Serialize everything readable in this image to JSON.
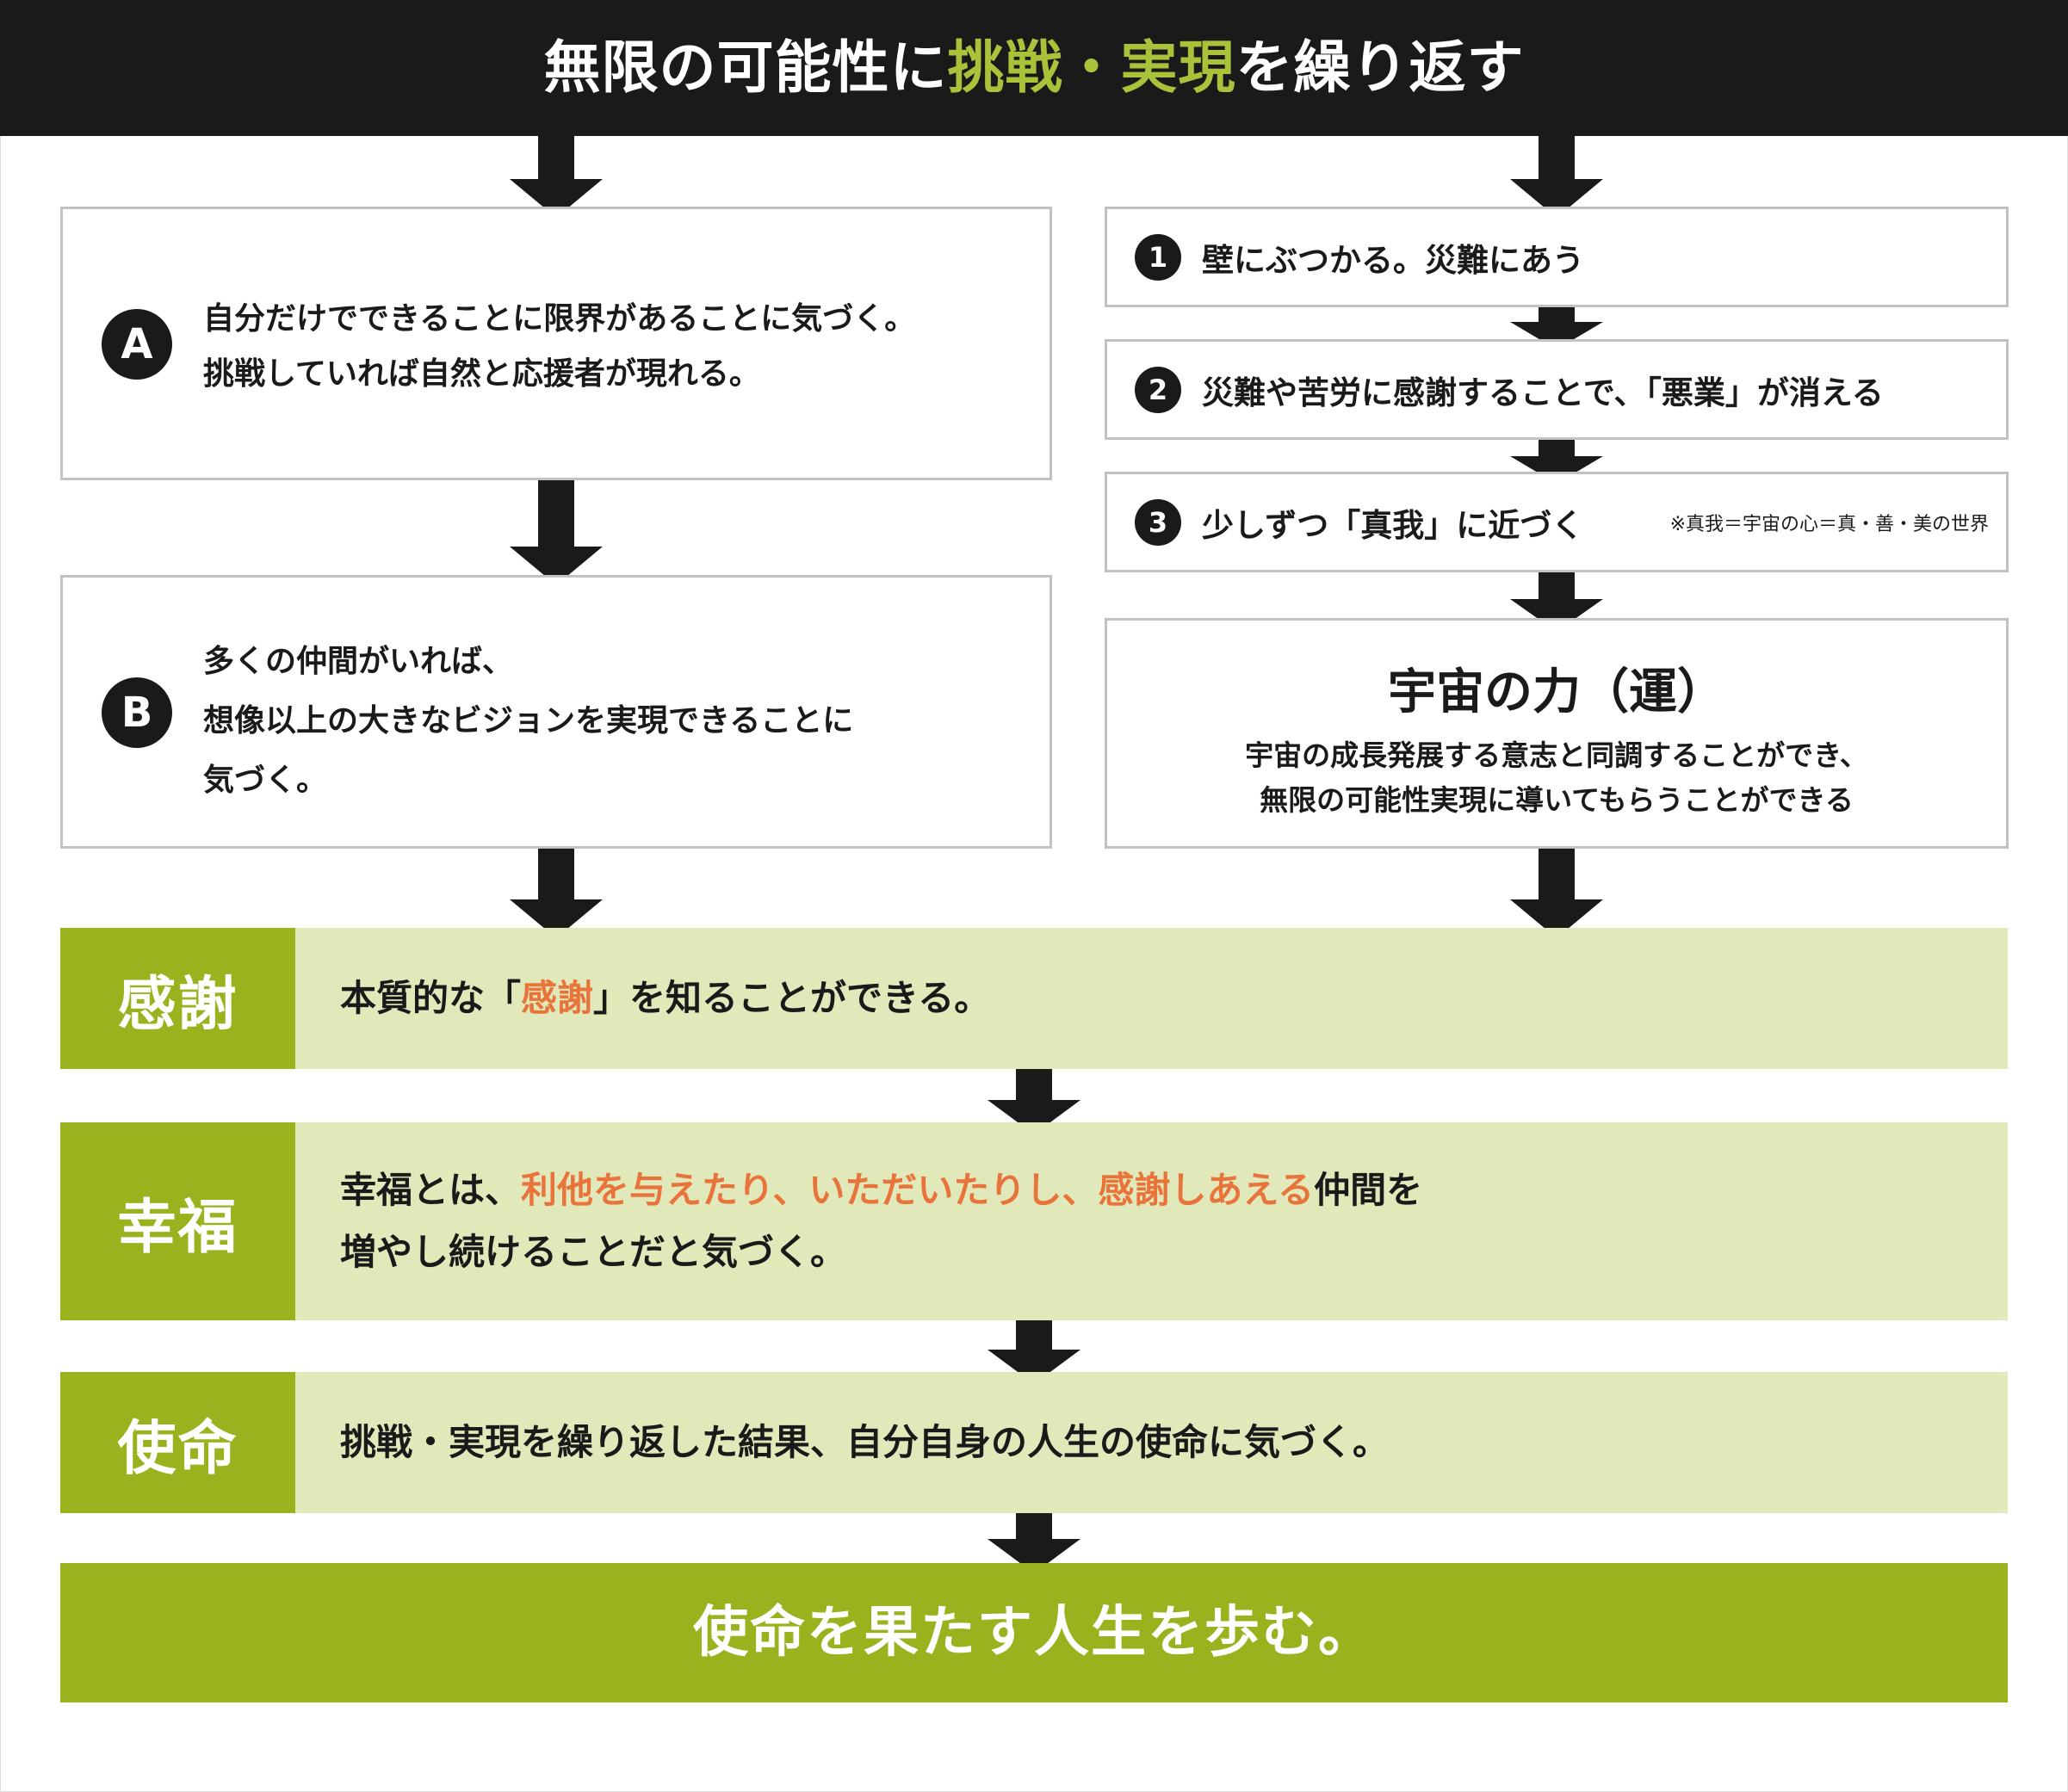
{
  "header": {
    "part1": "無限の可能性に",
    "highlight": "挑戦・実現",
    "part2": "を繰り返す"
  },
  "left": {
    "a": {
      "badge": "A",
      "line1": "自分だけでできることに限界があることに気づく。",
      "line2": "挑戦していれば自然と応援者が現れる。"
    },
    "b": {
      "badge": "B",
      "line1": "多くの仲間がいれば、",
      "line2": "想像以上の大きなビジョンを実現できることに",
      "line3": "気づく。"
    }
  },
  "right": {
    "steps": [
      {
        "num": "1",
        "text": "壁にぶつかる。災難にあう"
      },
      {
        "num": "2",
        "text": "災難や苦労に感謝することで、「悪業」が消える"
      },
      {
        "num": "3",
        "text": "少しずつ「真我」に近づく"
      }
    ],
    "note": "※真我＝宇宙の心＝真・善・美の世界",
    "power": {
      "title": "宇宙の力（運）",
      "line1": "宇宙の成長発展する意志と同調することができ、",
      "line2": "無限の可能性実現に導いてもらうことができる"
    }
  },
  "bands": {
    "gratitude": {
      "label": "感謝",
      "text_pre": "本質的な「",
      "text_hl": "感謝",
      "text_post": "」を知ることができる。"
    },
    "happiness": {
      "label": "幸福",
      "l1_pre": "幸福とは、",
      "l1_hl": "利他を与えたり、いただいたりし、感謝しあえる",
      "l1_post": "仲間を",
      "line2": "増やし続けることだと気づく。"
    },
    "mission": {
      "label": "使命",
      "text": "挑戦・実現を繰り返した結果、自分自身の人生の使命に気づく。"
    }
  },
  "final": "使命を果たす人生を歩む。",
  "colors": {
    "dark": "#1a1a1a",
    "green": "#99b21e",
    "light_green": "#e1e9bb",
    "orange": "#e8743b",
    "highlight_green": "#a8c23a"
  }
}
